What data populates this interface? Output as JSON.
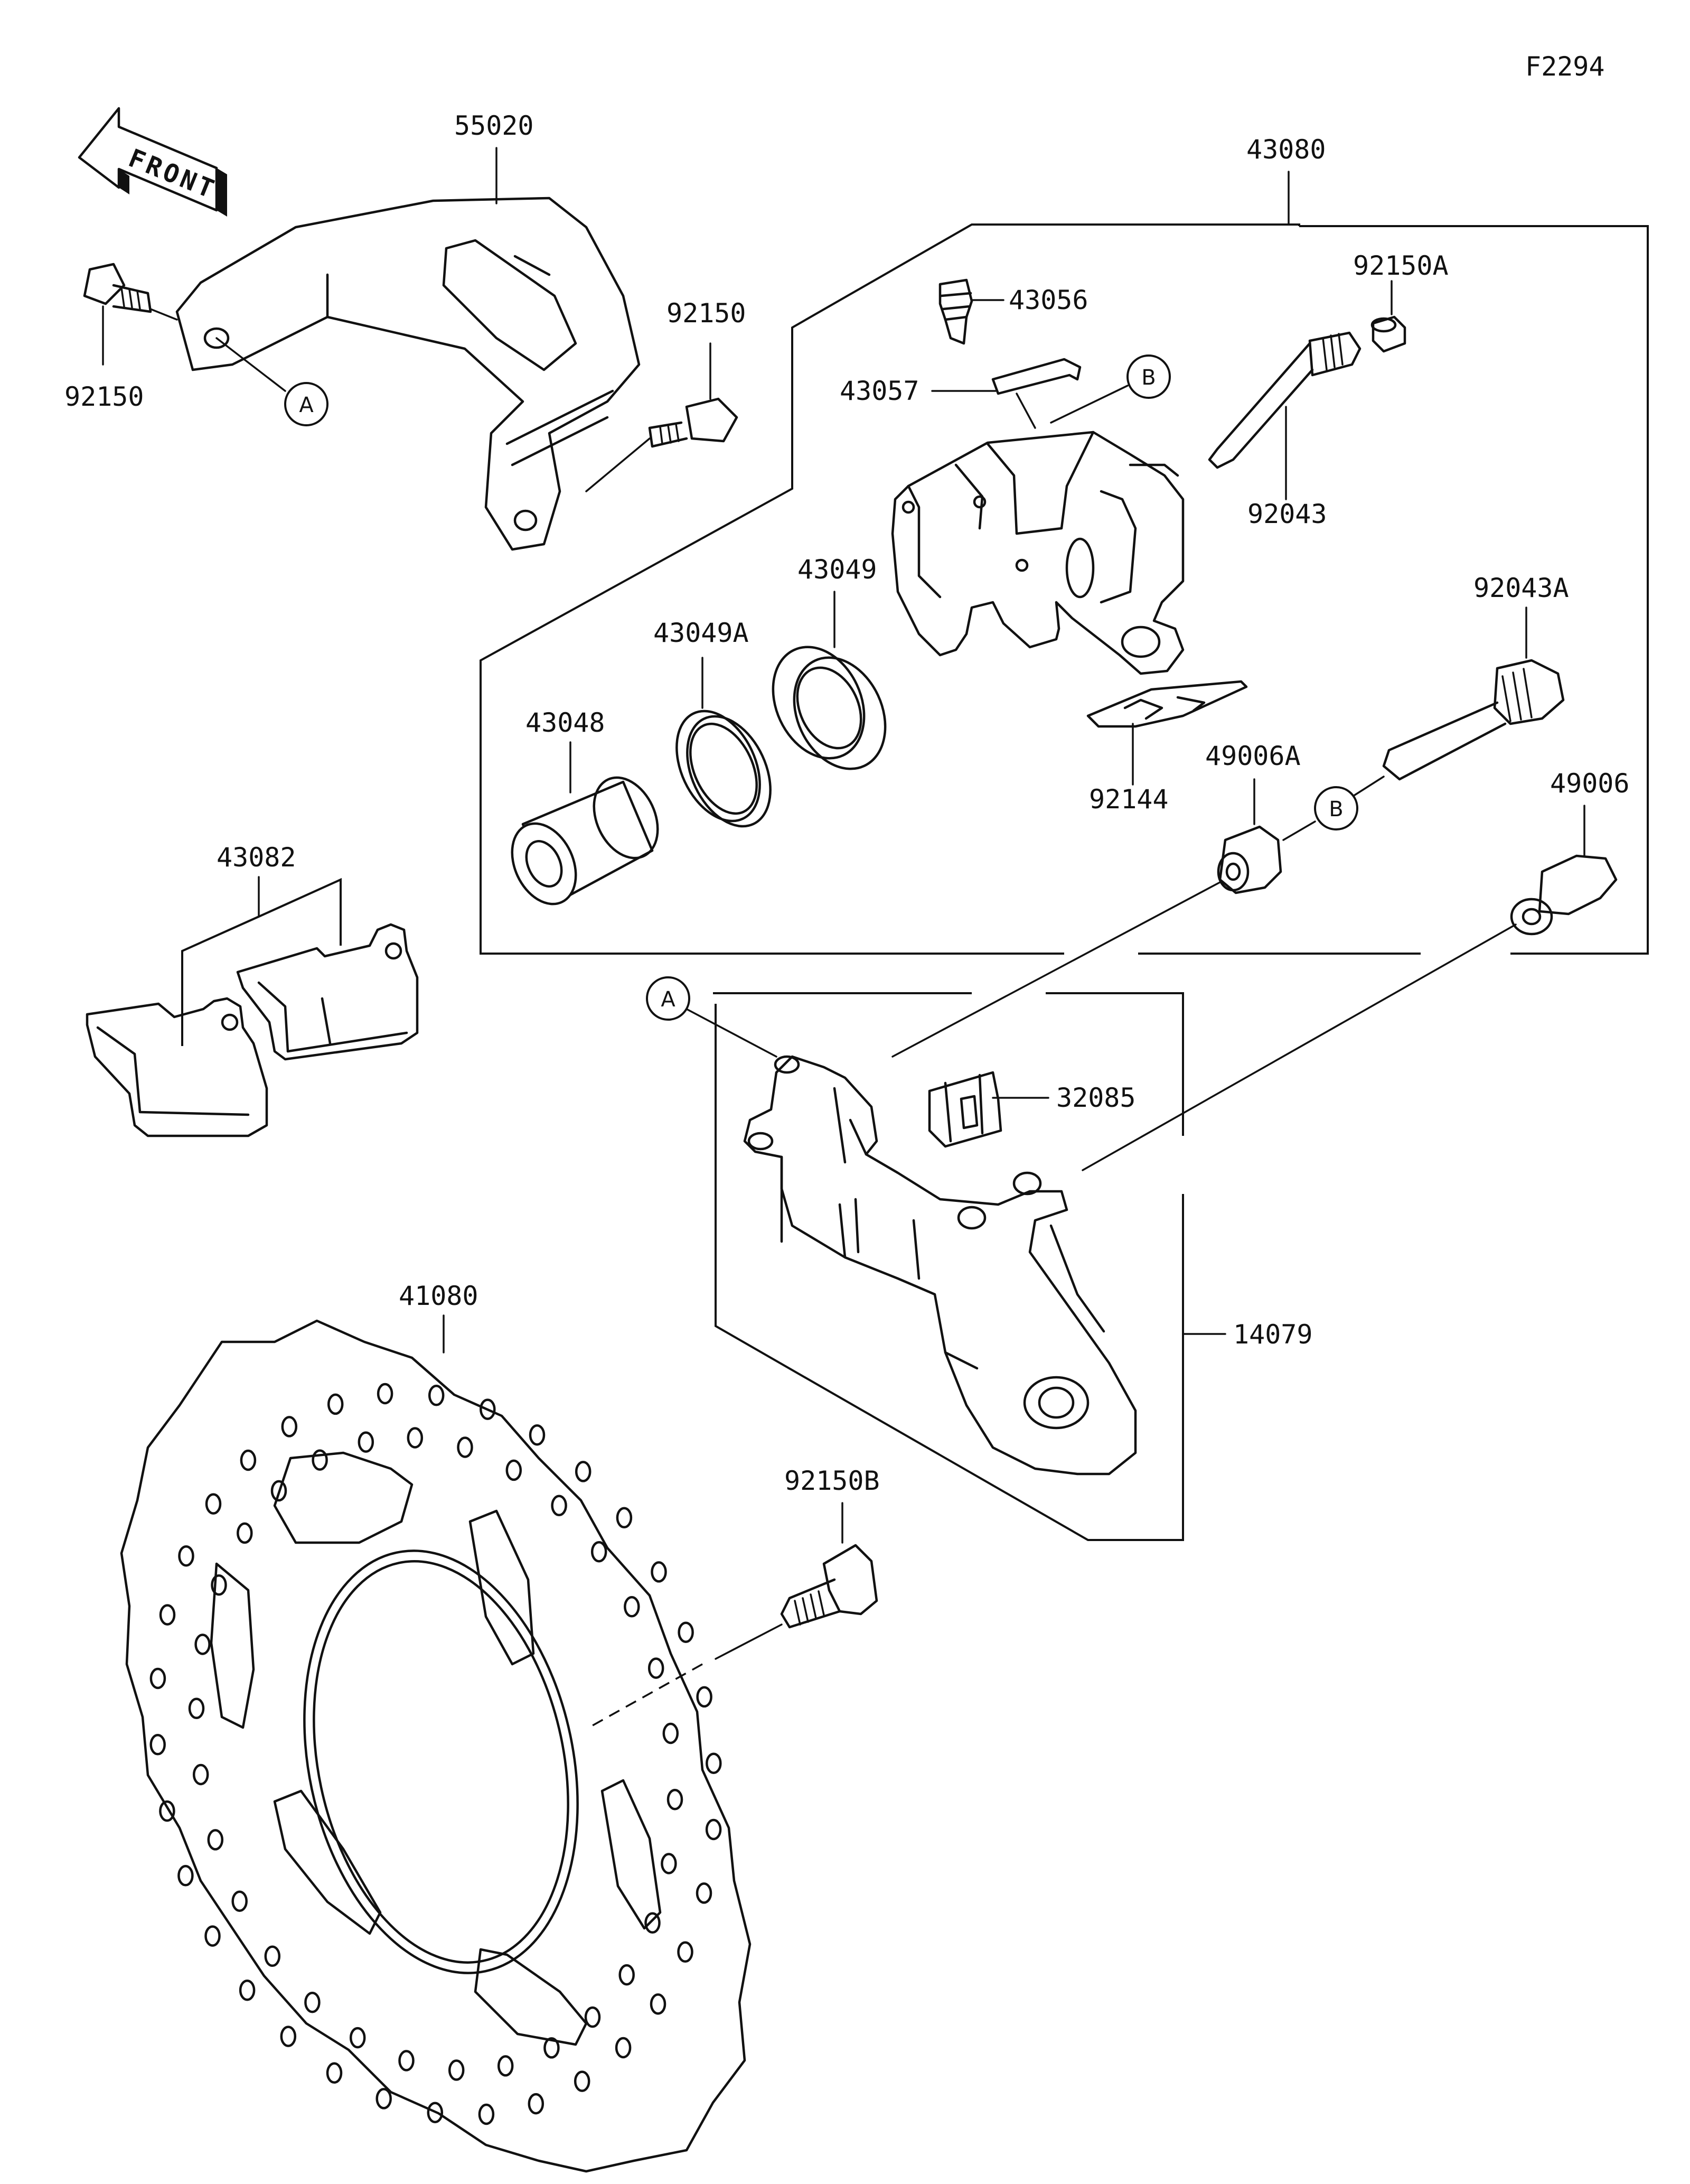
{
  "figure_code": "F2294",
  "front_label": "FRONT",
  "parts": {
    "p55020": "55020",
    "p43080": "43080",
    "p43056": "43056",
    "p92150A": "92150A",
    "p43057": "43057",
    "p92150_left": "92150",
    "p92150_right": "92150",
    "p92043": "92043",
    "p43049": "43049",
    "p43049A": "43049A",
    "p92043A": "92043A",
    "p43048": "43048",
    "p49006A": "49006A",
    "p92144": "92144",
    "p49006": "49006",
    "p43082": "43082",
    "p32085": "32085",
    "p41080": "41080",
    "p14079": "14079",
    "p92150B": "92150B"
  },
  "callouts": {
    "a1": "A",
    "a2": "A",
    "b1": "B",
    "b2": "B"
  }
}
